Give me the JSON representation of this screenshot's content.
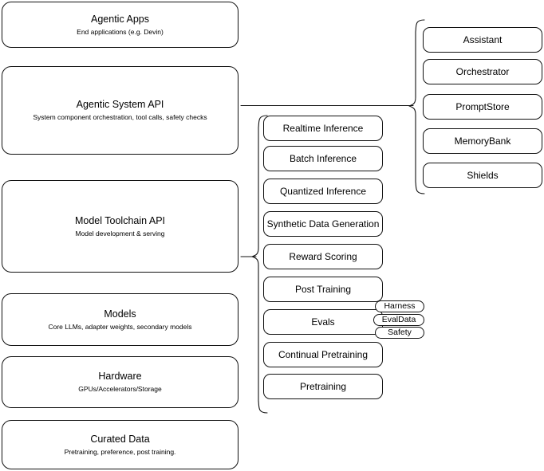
{
  "diagram": {
    "kind": "layered-architecture-diagram",
    "background_color": "#ffffff",
    "stroke_color": "#111111"
  },
  "left_stack": {
    "name": "platform-layers",
    "layers": [
      {
        "title": "Agentic Apps",
        "subtitle": "End applications (e.g. Devin)"
      },
      {
        "title": "Agentic System API",
        "subtitle": "System component orchestration, tool calls, safety checks"
      },
      {
        "title": "Model Toolchain API",
        "subtitle": "Model development & serving"
      },
      {
        "title": "Models",
        "subtitle": "Core LLMs, adapter weights, secondary models"
      },
      {
        "title": "Hardware",
        "subtitle": "GPUs/Accelerators/Storage"
      },
      {
        "title": "Curated Data",
        "subtitle": "Pretraining, preference, post training."
      }
    ]
  },
  "middle_column": {
    "name": "model-toolchain-capabilities",
    "items": [
      {
        "label": "Realtime Inference"
      },
      {
        "label": "Batch Inference"
      },
      {
        "label": "Quantized Inference"
      },
      {
        "label": "Synthetic Data Generation"
      },
      {
        "label": "Reward Scoring"
      },
      {
        "label": "Post Training"
      },
      {
        "label": "Evals"
      },
      {
        "label": "Continual Pretraining"
      },
      {
        "label": "Pretraining"
      }
    ]
  },
  "right_column": {
    "name": "agentic-system-components",
    "items": [
      {
        "label": "Assistant"
      },
      {
        "label": "Orchestrator"
      },
      {
        "label": "PromptStore"
      },
      {
        "label": "MemoryBank"
      },
      {
        "label": "Shields"
      }
    ]
  },
  "evals_badges": {
    "name": "evals-subcomponents",
    "items": [
      {
        "label": "Harness"
      },
      {
        "label": "EvalData"
      },
      {
        "label": "Safety"
      }
    ]
  }
}
